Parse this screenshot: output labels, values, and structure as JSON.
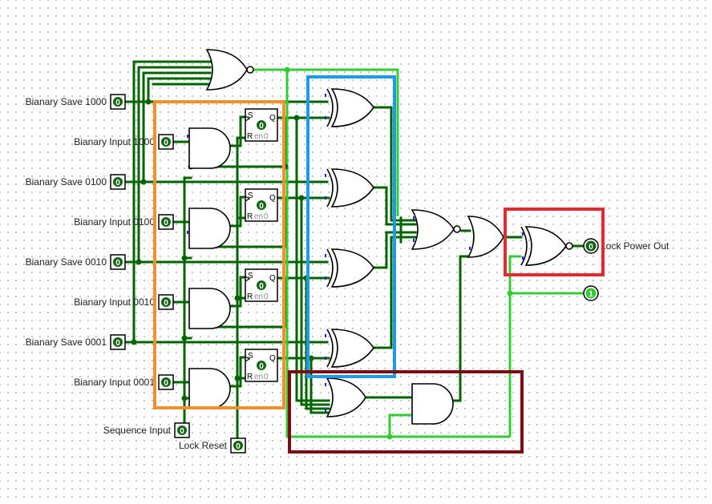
{
  "inputs": [
    {
      "label": "Bianary Save 1000",
      "value": "0"
    },
    {
      "label": "Bianary Input 1000",
      "value": "0"
    },
    {
      "label": "Bianary Save 0100",
      "value": "0"
    },
    {
      "label": "Bianary Input 0100",
      "value": "0"
    },
    {
      "label": "Bianary Save 0010",
      "value": "0"
    },
    {
      "label": "Bianary Input 0010",
      "value": "0"
    },
    {
      "label": "Bianary Save 0001",
      "value": "0"
    },
    {
      "label": "Bianary Input 0001",
      "value": "0"
    },
    {
      "label": "Sequence Input",
      "value": "0"
    },
    {
      "label": "Lock Reset",
      "value": "0"
    }
  ],
  "flipflops": [
    {
      "s": "S",
      "q": "Q",
      "r": "R",
      "en": "en",
      "value": "0"
    },
    {
      "s": "S",
      "q": "Q",
      "r": "R",
      "en": "en",
      "value": "0"
    },
    {
      "s": "S",
      "q": "Q",
      "r": "R",
      "en": "en",
      "value": "0"
    },
    {
      "s": "S",
      "q": "Q",
      "r": "R",
      "en": "en",
      "value": "0"
    }
  ],
  "outputs": [
    {
      "label": "Lock Power Out",
      "value": "0"
    },
    {
      "label": "",
      "value": "1"
    }
  ],
  "colors": {
    "wire_dark": "#006400",
    "wire_light": "#33cc33",
    "box_orange": "#f0912e",
    "box_blue": "#1e9be8",
    "box_red": "#e22a30",
    "box_maroon": "#7a0c16"
  }
}
